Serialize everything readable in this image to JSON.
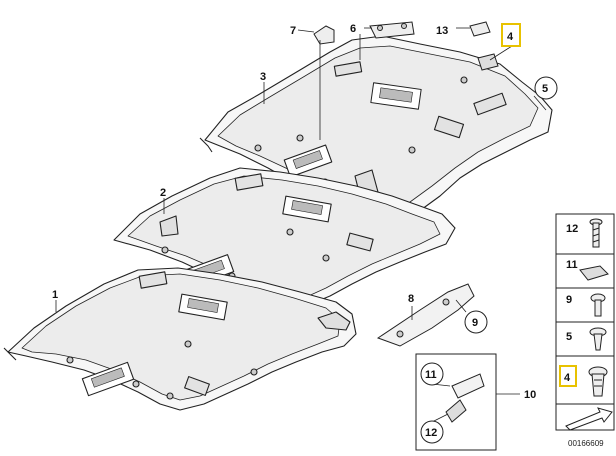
{
  "diagram": {
    "callouts": {
      "c1": "1",
      "c2": "2",
      "c3": "3",
      "c4": "4",
      "c5": "5",
      "c6": "6",
      "c7": "7",
      "c8": "8",
      "c9": "9",
      "c10": "10",
      "c11": "11",
      "c12": "12",
      "c13": "13"
    },
    "legend": [
      "12",
      "11",
      "9",
      "5",
      "4"
    ],
    "document_number": "00166609",
    "highlight_color": "#e8c200"
  }
}
